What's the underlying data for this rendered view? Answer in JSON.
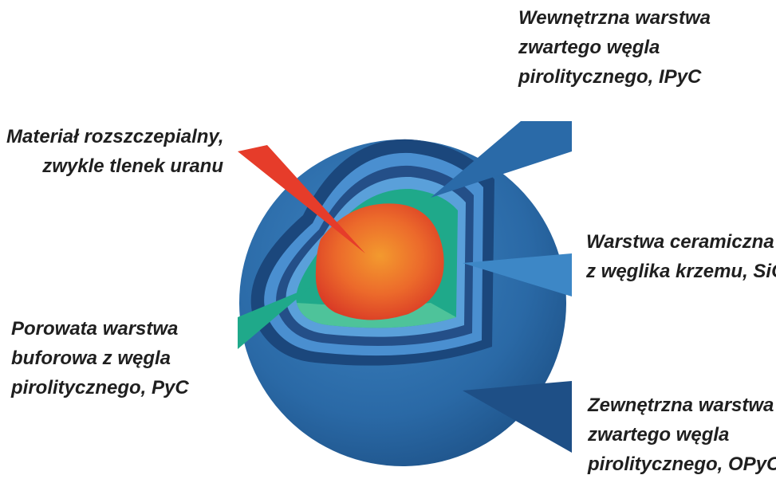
{
  "labels": {
    "fissile": [
      "Materiał rozszczepialny,",
      "zwykle tlenek uranu"
    ],
    "ipyc": [
      "Wewnętrzna warstwa",
      "zwartego węgla",
      "pirolitycznego, IPyC"
    ],
    "sic": [
      "Warstwa ceramiczna",
      "z węglika krzemu, SiC"
    ],
    "buffer": [
      "Porowata warstwa",
      "buforowa z węgla",
      "pirolitycznego, PyC"
    ],
    "opyc": [
      "Zewnętrzna warstwa",
      "zwartego węgla",
      "pirolitycznego, OPyC"
    ]
  },
  "colors": {
    "kernel": "#e63c2a",
    "kernel_center": "#f08a2c",
    "buffer_layer": "#1fa98a",
    "ipyc_layer": "#3f86c6",
    "sic_layer": "#234f86",
    "opyc_layer": "#2e6aa4",
    "background": "#ffffff",
    "text": "#1f1f1f"
  }
}
